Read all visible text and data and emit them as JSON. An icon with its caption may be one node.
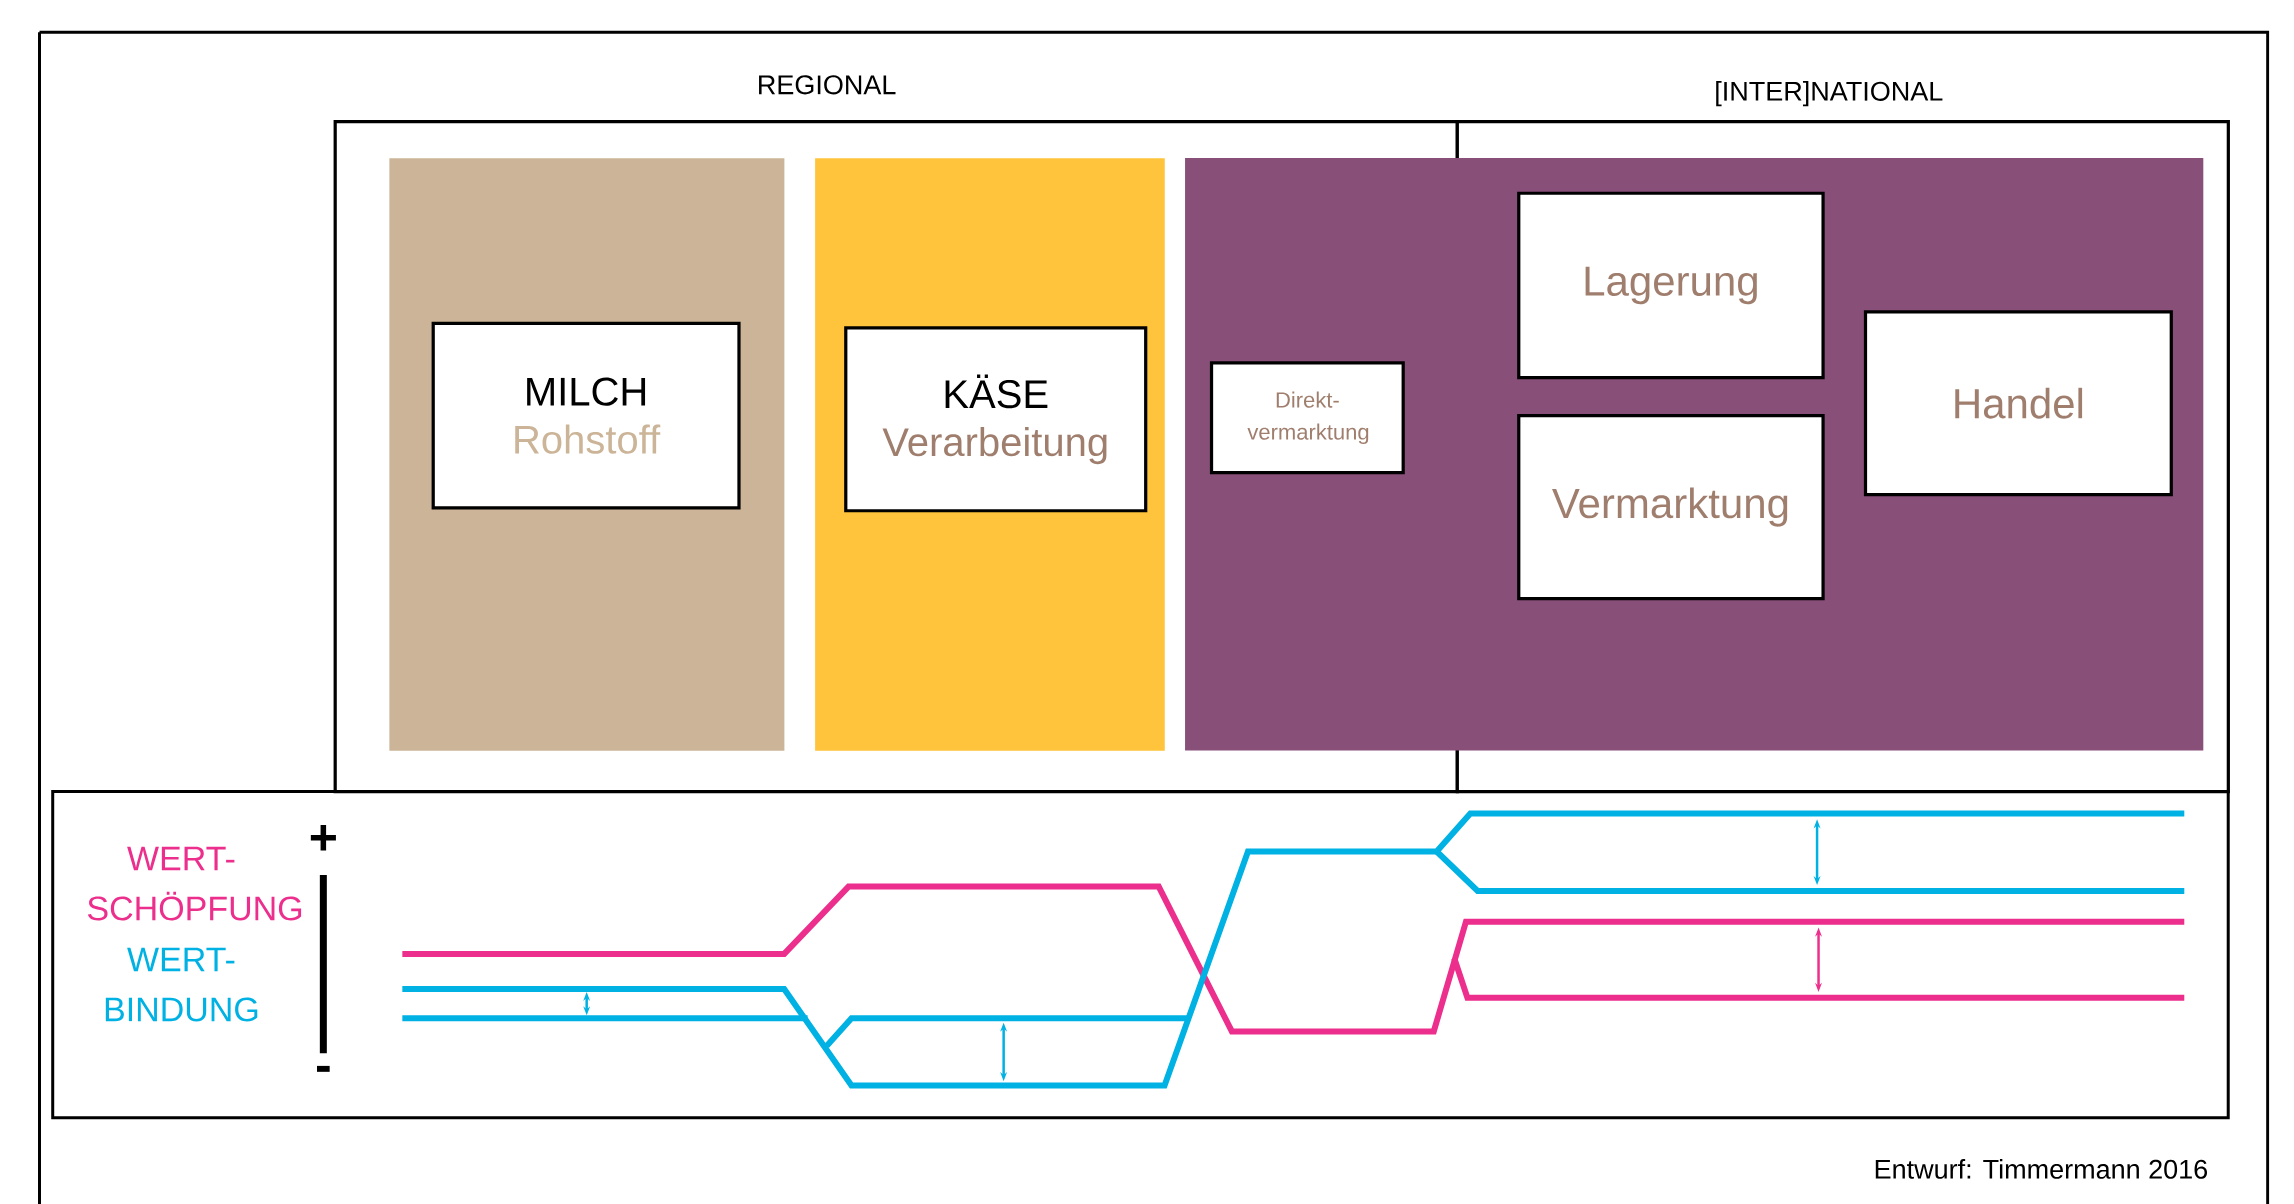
{
  "diagram": {
    "nodes": [
      {
        "text": [
          "REGIONAL"
        ]
      },
      {
        "text": [
          "[INTER]NATIONAL"
        ]
      },
      {
        "text": [],
        "shape": "box",
        "in": 0
      },
      {
        "text": [
          "MILCH",
          "Rohstoff"
        ],
        "in": 2
      },
      {
        "text": [],
        "shape": "box",
        "in": 0
      },
      {
        "text": [
          "KÄSE",
          "Verarbeitung"
        ],
        "in": 4
      },
      {
        "text": [
          "Direkt-vermarktung"
        ],
        "in": 0
      },
      {
        "text": [
          "Lagerung"
        ],
        "in": 1
      },
      {
        "text": [
          "Vermarktung"
        ],
        "in": 1
      },
      {
        "text": [
          "Handel"
        ],
        "in": 1
      },
      {
        "text": [
          "WERT-SCHÖPFUNG",
          "WERT-BINDUNG"
        ]
      }
    ],
    "labels": [
      "+",
      "-",
      "Entwurf: Timmermann 2016"
    ]
  }
}
